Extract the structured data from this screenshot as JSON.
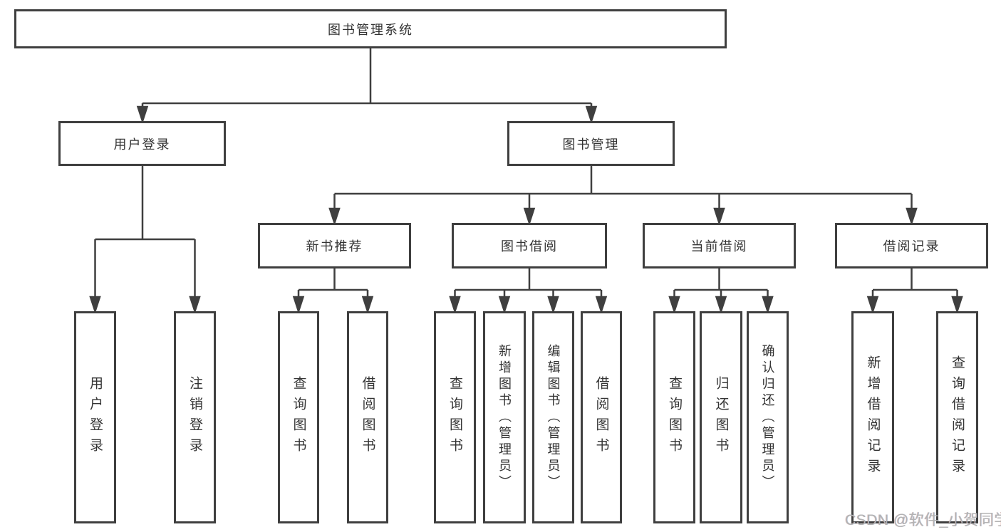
{
  "diagram": {
    "type": "hierarchy-tree",
    "root": {
      "label": "图书管理系统"
    },
    "level2": [
      {
        "label": "用户登录"
      },
      {
        "label": "图书管理"
      }
    ],
    "level3": [
      {
        "label": "新书推荐"
      },
      {
        "label": "图书借阅"
      },
      {
        "label": "当前借阅"
      },
      {
        "label": "借阅记录"
      }
    ],
    "leaves": {
      "user_login": [
        "用户登录",
        "注销登录"
      ],
      "new_book_recommend": [
        "查询图书",
        "借阅图书"
      ],
      "book_borrow": [
        "查询图书",
        "新增图书（管理员）",
        "编辑图书（管理员）",
        "借阅图书"
      ],
      "current_borrow": [
        "查询图书",
        "归还图书",
        "确认归还（管理员）"
      ],
      "borrow_records": [
        "新增借阅记录",
        "查询借阅记录"
      ]
    },
    "colors": {
      "line": "#3f3f3f",
      "box_border": "#3f3f3f",
      "text": "#333333",
      "background": "#ffffff",
      "watermark": "#b3b3b3"
    },
    "watermark": "CSDN @软件_小贺同学"
  }
}
